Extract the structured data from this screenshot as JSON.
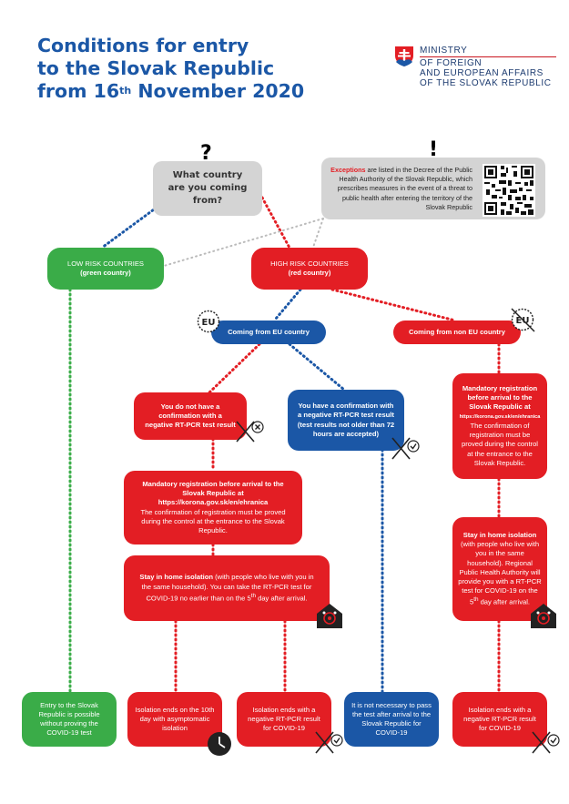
{
  "title": {
    "line1": "Conditions for entry",
    "line2": "to the Slovak Republic",
    "line3_prefix": "from 16",
    "line3_sup": "th",
    "line3_suffix": " November 2020"
  },
  "logo": {
    "line1": "MINISTRY",
    "line2": "OF FOREIGN",
    "line3": "AND EUROPEAN AFFAIRS",
    "line4": "OF THE SLOVAK REPUBLIC"
  },
  "question": {
    "mark": "?",
    "text1": "What country",
    "text2": "are you coming",
    "text3": "from?"
  },
  "exceptions": {
    "mark": "!",
    "highlight": "Exceptions",
    "text": " are listed in the Decree of the Public Health Authority of the Slovak Republic, which prescribes measures in the event of a threat to public health after entering the territory of the Slovak Republic"
  },
  "low_risk": {
    "line1": "LOW RISK COUNTRIES",
    "line2": "(green country)"
  },
  "high_risk": {
    "line1": "HIGH RISK COUNTRIES",
    "line2": "(red country)"
  },
  "eu": {
    "label": "Coming from EU country",
    "badge": "EU"
  },
  "non_eu": {
    "label": "Coming from non EU country",
    "badge": "EU"
  },
  "no_test": {
    "text": "You do not have a confirmation with a negative RT-PCR test result"
  },
  "has_test": {
    "text": "You have a confirmation with a negative RT-PCR test result (test results not older than 72 hours are accepted)"
  },
  "registration_eu": {
    "bold1": "Mandatory registration before arrival to the Slovak Republic at",
    "url": "https://korona.gov.sk/en/ehranica",
    "text": "The confirmation of registration must be proved during the control at the entrance to the Slovak Republic."
  },
  "registration_non_eu": {
    "bold1": "Mandatory registration before arrival to the Slovak Republic at",
    "url": "https://korona.gov.sk/en/ehranica",
    "text": "The confirmation of registration must be proved during the control at the entrance to the Slovak Republic."
  },
  "isolation_eu": {
    "bold": "Stay in home isolation",
    "text_a": " (with people who live with you in the same household). You can take the RT-PCR test for COVID-19 no earlier than on the 5",
    "sup": "th",
    "text_b": " day after arrival."
  },
  "isolation_non_eu": {
    "bold": "Stay in home isolation",
    "text_a": " (with people who live with you in the same household). Regional Public Health Authority will provide you with a RT-PCR test for COVID-19 on the 5",
    "sup": "th",
    "text_b": " day after arrival."
  },
  "outcomes": {
    "green": "Entry to the Slovak Republic is possible without proving the COVID-19 test",
    "ten_day": "Isolation ends on the 10th day with asymptomatic isolation",
    "neg_eu": "Isolation ends with a negative RT-PCR result for COVID-19",
    "not_needed": "It is not necessary to pass the test after arrival to the Slovak Republic for COVID-19",
    "neg_non_eu": "Isolation ends with a negative RT-PCR result for COVID-19"
  },
  "colors": {
    "red": "#e31e24",
    "blue": "#1b57a6",
    "green": "#3aac48",
    "grey": "#d4d4d4",
    "title": "#1b57a6"
  }
}
